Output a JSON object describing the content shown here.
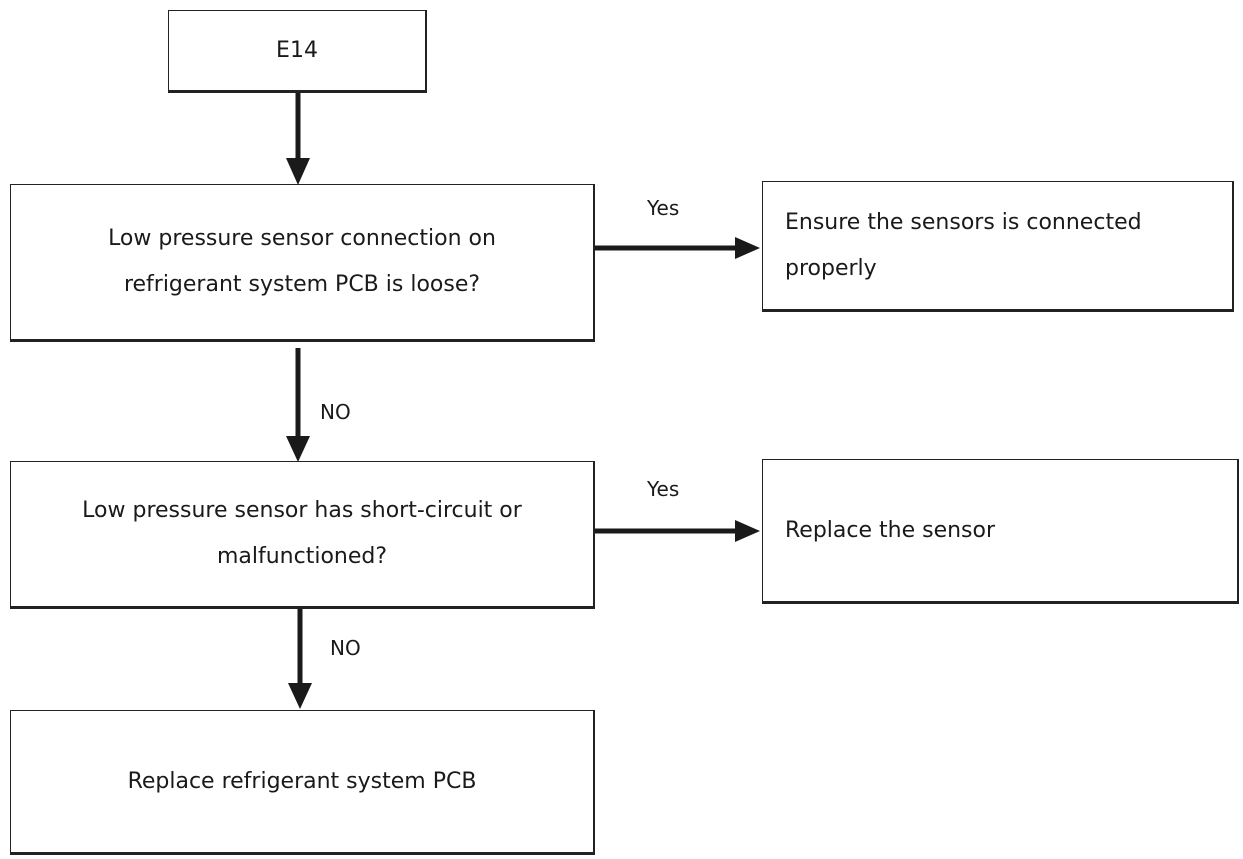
{
  "diagram": {
    "nodes": {
      "start": {
        "label": "E14"
      },
      "q1": {
        "label": "Low pressure sensor connection on refrigerant system PCB is loose?"
      },
      "a1": {
        "label": "Ensure the sensors is connected properly"
      },
      "q2": {
        "label": "Low pressure sensor has short-circuit or malfunctioned?"
      },
      "a2": {
        "label": "Replace the sensor"
      },
      "end": {
        "label": "Replace refrigerant system PCB"
      }
    },
    "edges": {
      "q1_yes": {
        "label": "Yes"
      },
      "q1_no": {
        "label": "NO"
      },
      "q2_yes": {
        "label": "Yes"
      },
      "q2_no": {
        "label": "NO"
      }
    },
    "colors": {
      "line": "#1a1a1a",
      "border": "#222222",
      "background": "#ffffff"
    }
  }
}
